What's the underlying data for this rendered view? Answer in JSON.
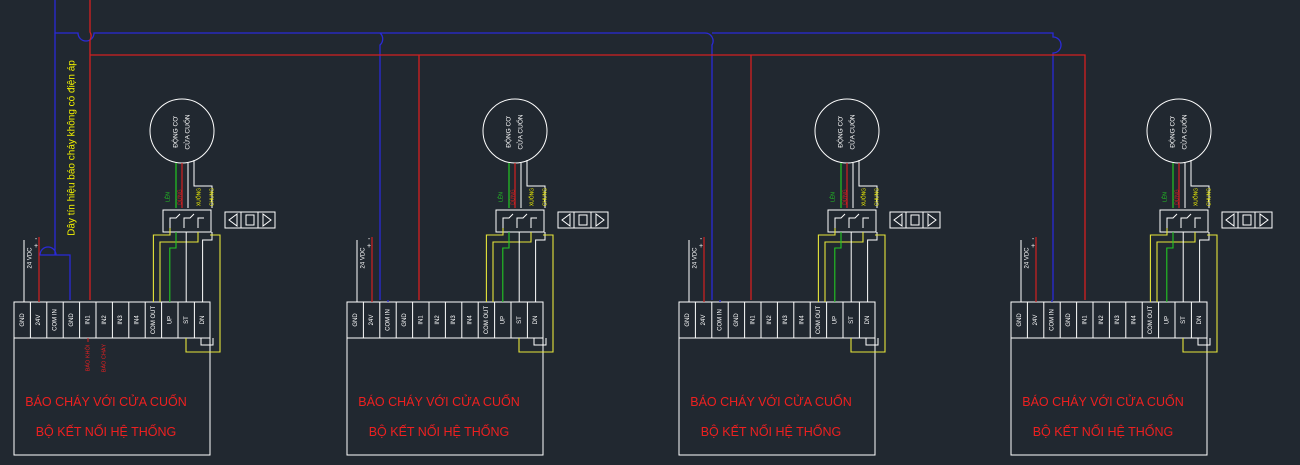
{
  "colors": {
    "background": "#212830",
    "outline": "#ffffff",
    "power_red": "#d42020",
    "signal_blue": "#2a2ad8",
    "green": "#22c822",
    "yellow": "#e6e63a",
    "annotation_yellow": "#f2f200",
    "label_red": "#ee2020"
  },
  "vertical_annotation": "Dây tín hiệu báo cháy không có điện áp",
  "modules": [
    {
      "terminals": [
        "GND",
        "24V",
        "COM IN",
        "GND",
        "IN1",
        "IN2",
        "IN3",
        "IN4",
        "COM OUT",
        "UP",
        "ST",
        "DN"
      ],
      "title": "BÁO  CHÁY VỚI CỬA CUỐN",
      "subtitle": "BỘ KẾT NỐI HỆ THỐNG",
      "power_label": "24 VDC",
      "power_pos": "+",
      "power_neg": "-",
      "motor_line1": "ĐỘNG CƠ",
      "motor_line2": "CỬA CUỐN",
      "wire_labels": [
        "LÊN",
        "DỪNG",
        "XUỐNG",
        "CHUNG"
      ],
      "fire_labels": [
        "BÁO KHÓI",
        "BÁO CHÁY"
      ]
    },
    {
      "terminals": [
        "GND",
        "24V",
        "COM IN",
        "GND",
        "IN1",
        "IN2",
        "IN3",
        "IN4",
        "COM OUT",
        "UP",
        "ST",
        "DN"
      ],
      "title": "BÁO  CHÁY VỚI CỬA CUỐN",
      "subtitle": "BỘ KẾT NỐI HỆ THỐNG",
      "power_label": "24 VDC",
      "power_pos": "+",
      "power_neg": "-",
      "motor_line1": "ĐỘNG CƠ",
      "motor_line2": "CỬA CUỐN",
      "wire_labels": [
        "LÊN",
        "DỪNG",
        "XUỐNG",
        "CHUNG"
      ]
    },
    {
      "terminals": [
        "GND",
        "24V",
        "COM IN",
        "GND",
        "IN1",
        "IN2",
        "IN3",
        "IN4",
        "COM OUT",
        "UP",
        "ST",
        "DN"
      ],
      "title": "BÁO  CHÁY VỚI CỬA CUỐN",
      "subtitle": "BỘ KẾT NỐI HỆ THỐNG",
      "power_label": "24 VDC",
      "power_pos": "+",
      "power_neg": "-",
      "motor_line1": "ĐỘNG CƠ",
      "motor_line2": "CỬA CUỐN",
      "wire_labels": [
        "LÊN",
        "DỪNG",
        "XUỐNG",
        "CHUNG"
      ]
    },
    {
      "terminals": [
        "GND",
        "24V",
        "COM IN",
        "GND",
        "IN1",
        "IN2",
        "IN3",
        "IN4",
        "COM OUT",
        "UP",
        "ST",
        "DN"
      ],
      "title": "BÁO  CHÁY VỚI CỬA CUỐN",
      "subtitle": "BỘ KẾT NỐI HỆ THỐNG",
      "power_label": "24 VDC",
      "power_pos": "+",
      "power_neg": "-",
      "motor_line1": "ĐỘNG CƠ",
      "motor_line2": "CỬA CUỐN",
      "wire_labels": [
        "LÊN",
        "DỪNG",
        "XUỐNG",
        "CHUNG"
      ]
    }
  ]
}
